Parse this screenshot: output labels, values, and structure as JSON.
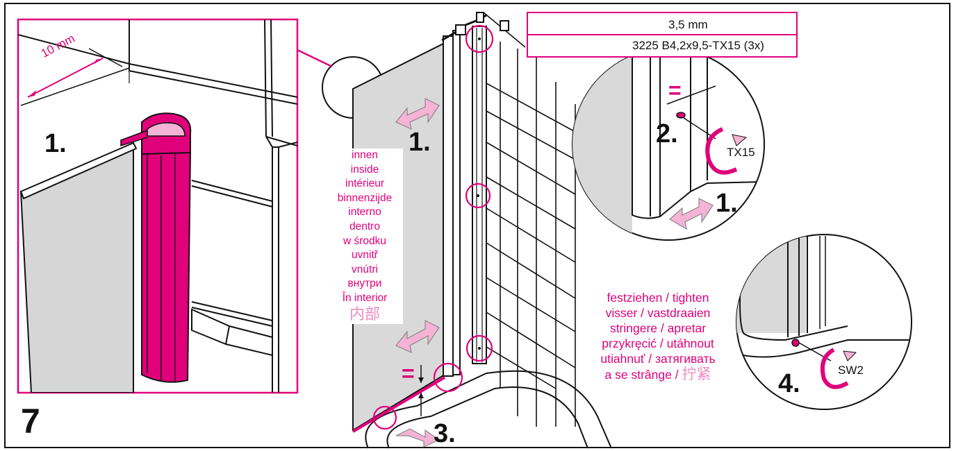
{
  "figure_number": "7",
  "colors": {
    "accent": "#e0007a",
    "light_accent": "#f5b3d6",
    "panel_gray": "#d9d9d9",
    "line": "#111111"
  },
  "detail_left": {
    "dimension": "10 mm",
    "step": "1."
  },
  "main": {
    "step_upper": "1.",
    "step_lower": "1.",
    "step_bottom": "3.",
    "equal_sign": "="
  },
  "inside_labels": [
    "innen",
    "inside",
    "intérieur",
    "binnenzijde",
    "interno",
    "dentro",
    "w środku",
    "uvnitř",
    "vnútri",
    "внутри",
    "În interior",
    "内部"
  ],
  "specs": {
    "drill": "3,5 mm",
    "screw": "3225 B4,2x9,5-TX15 (3x)"
  },
  "detail_top_right": {
    "equal_sign": "=",
    "step": "2.",
    "tool": "TX15",
    "step_arrow": "1."
  },
  "detail_bottom_right": {
    "step": "4.",
    "tool": "SW2"
  },
  "tighten_labels": [
    "festziehen / tighten",
    "visser / vastdraaien",
    "stringere / apretar",
    "przykręcić / utáhnout",
    "utiahnuť / затягивать",
    "a se strânge / "
  ],
  "tighten_cn": "拧紧"
}
